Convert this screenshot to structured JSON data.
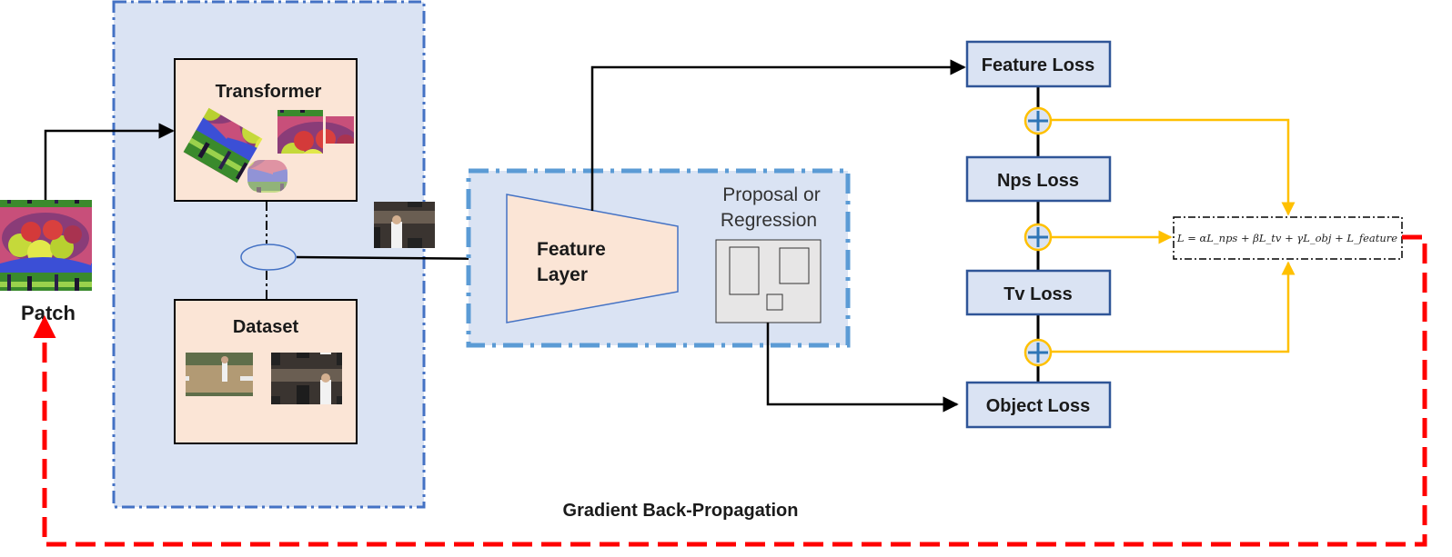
{
  "colors": {
    "panel_fill": "#dae3f3",
    "panel_border": "#4472c4",
    "feature_border": "#5b9bd5",
    "inner_box_fill": "#fbe5d6",
    "loss_box_fill": "#dae3f3",
    "loss_box_border": "#2f5597",
    "plus_color": "#2e75b6",
    "plus_ring": "#ffc000",
    "yellow_line": "#ffc000",
    "gradient_dash": "#ff0000",
    "arrow": "#000000"
  },
  "patch": {
    "label": "Patch",
    "image": "adversarial-patch-image"
  },
  "transformer": {
    "title": "Transformer",
    "images": [
      "rotated-patch-image",
      "small-patch-image",
      "tiny-patch-image",
      "blurred-patch-image"
    ]
  },
  "dataset": {
    "title": "Dataset",
    "images": [
      "tennis-player-photo",
      "band-stage-photo"
    ]
  },
  "combined_image": "patched-photo",
  "feature_layer": {
    "label_line1": "Feature",
    "label_line2": "Layer"
  },
  "proposal": {
    "label_line1": "Proposal or",
    "label_line2": "Regression"
  },
  "losses": {
    "feature": "Feature Loss",
    "nps": "Nps Loss",
    "tv": "Tv Loss",
    "object": "Object Loss"
  },
  "formula": {
    "text": "L = αL_nps + βL_tv + γL_obj + L_feature"
  },
  "gradient_label": "Gradient Back-Propagation"
}
